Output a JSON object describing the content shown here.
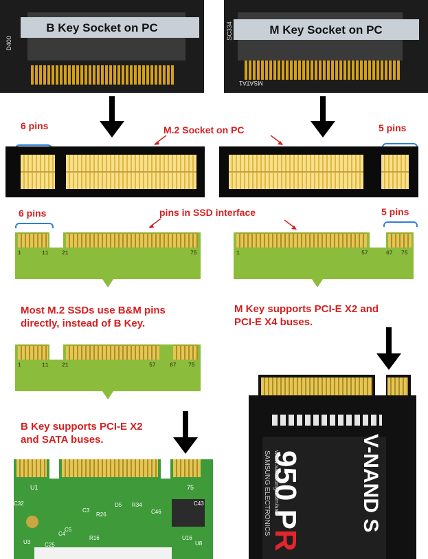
{
  "photos": {
    "b_key_socket_title": "B Key Socket on PC",
    "m_key_socket_title": "M Key Socket on PC",
    "b_photo_mark_left": "D400",
    "m_photo_mark_left": "SC334",
    "m_photo_mark_bottom": "MSATA1"
  },
  "sockets": {
    "left_pins": "6 pins",
    "center_label": "M.2 Socket on PC",
    "right_pins": "5 pins"
  },
  "ssd": {
    "left_pins": "6 pins",
    "center_label": "pins in SSD interface",
    "right_pins": "5 pins",
    "b_card_numbers": [
      "1",
      "11",
      "21",
      "75"
    ],
    "m_card_numbers": [
      "1",
      "57",
      "67",
      "75"
    ],
    "bm_card_numbers": [
      "1",
      "11",
      "21",
      "57",
      "67",
      "75"
    ]
  },
  "notes": {
    "bm_note_line1": "Most M.2 SSDs use B&M pins",
    "bm_note_line2": "directly, instead of B Key.",
    "m_note_line1": "M Key supports PCI-E X2 and",
    "m_note_line2": "PCI-E X4 buses.",
    "b_note_line1": "B Key supports PCI-E X2",
    "b_note_line2": "and SATA buses."
  },
  "bottom_left_card": {
    "labels": [
      "U1",
      "C32",
      "C4",
      "C5",
      "R16",
      "R26",
      "D5",
      "R34",
      "C3",
      "C46",
      "C43",
      "C25",
      "U3",
      "U16",
      "U8",
      "75"
    ]
  },
  "bottom_right_card": {
    "brand_line1": "V-NAND S",
    "brand_line2_a": "950 P",
    "brand_line2_b": "R",
    "url": "www.samsung.com/ssd",
    "maker": "SAMSUNG ELECTRONICS"
  },
  "colors": {
    "accent_red": "#d62020",
    "pcb_green": "#8cbc3b",
    "gold": "#e6c553",
    "brace_blue": "#2f7fd6"
  }
}
